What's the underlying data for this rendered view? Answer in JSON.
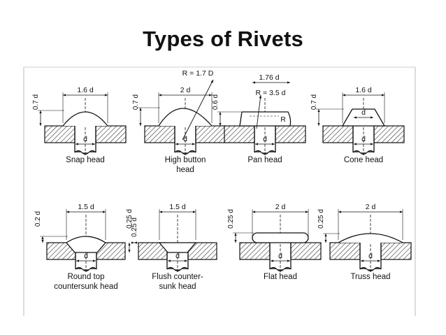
{
  "title": "Types of Rivets",
  "rivets": [
    {
      "name": [
        "Snap head"
      ],
      "dims": {
        "left_v": "0.7 d",
        "width": "1.6 d",
        "shank": "d"
      }
    },
    {
      "name": [
        "High button",
        "head"
      ],
      "dims": {
        "left_v": "0.7 d",
        "width": "2 d",
        "radius": "R = 1.7 D",
        "shank": "d"
      }
    },
    {
      "name": [
        "Pan head"
      ],
      "dims": {
        "left_v": "0.6 d",
        "top": "1.76 d",
        "radius": "R = 3.5 d",
        "inner_r": "R",
        "shank": "d"
      }
    },
    {
      "name": [
        "Cone head"
      ],
      "dims": {
        "left_v": "0.7 d",
        "width": "1.6 d",
        "inner": "d",
        "shank": "d"
      }
    },
    {
      "name": [
        "Round top",
        "countersunk head"
      ],
      "dims": {
        "left_v": "0.2 d",
        "width": "1.5 d",
        "right_v": "0.25 d",
        "shank": "d"
      }
    },
    {
      "name": [
        "Flush counter-",
        "sunk head"
      ],
      "dims": {
        "left_v": "0.25 d",
        "width": "1.5 d",
        "shank": "d"
      }
    },
    {
      "name": [
        "Flat head"
      ],
      "dims": {
        "left_v": "0.25 d",
        "width": "2 d",
        "shank": "d"
      }
    },
    {
      "name": [
        "Truss head"
      ],
      "dims": {
        "left_v": "0.25 d",
        "width": "2 d",
        "shank": "d"
      }
    }
  ]
}
